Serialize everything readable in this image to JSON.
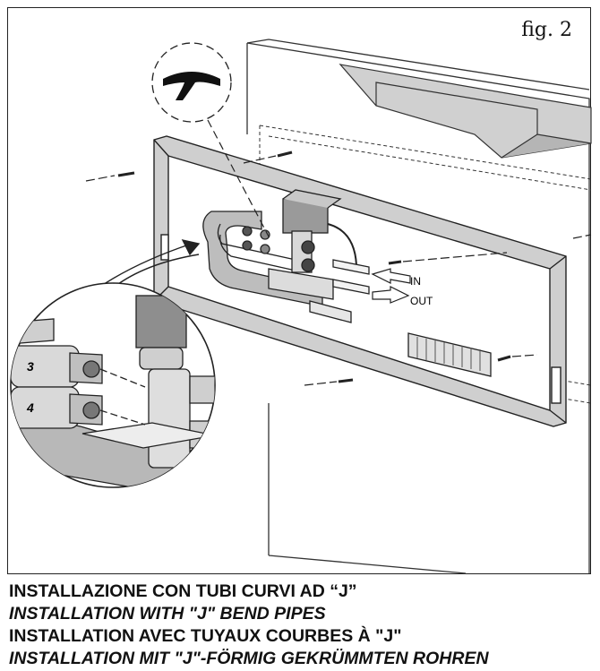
{
  "figure": {
    "label": "fig. 2",
    "flow_labels": {
      "in": "IN",
      "out": "OUT"
    },
    "detail_numbers": [
      "3",
      "4"
    ],
    "inset_icon": "t-fitting-icon"
  },
  "captions": [
    "INSTALLAZIONE CON TUBI CURVI AD “J”",
    "INSTALLATION WITH \"J\" BEND PIPES",
    "INSTALLATION AVEC TUYAUX COURBES À \"J\"",
    "INSTALLATION MIT \"J\"-FÖRMIG GEKRÜMMTEN ROHREN"
  ]
}
